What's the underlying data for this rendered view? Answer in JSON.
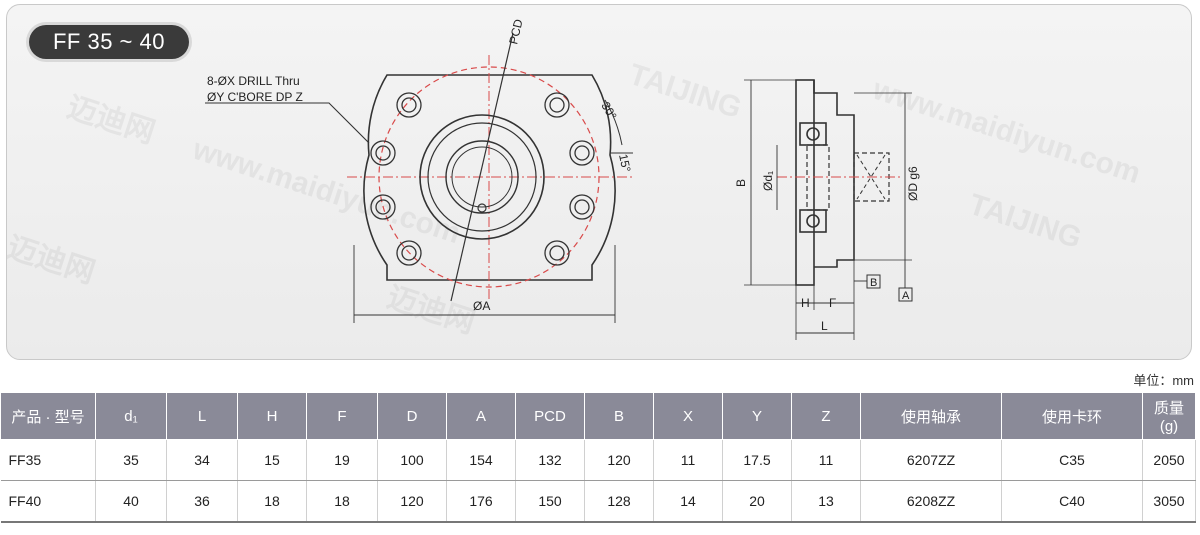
{
  "header": {
    "model_badge": "FF 35 ~ 40"
  },
  "drawing": {
    "front_labels": {
      "hole_note_1": "8-ØX DRILL Thru",
      "hole_note_2": "ØY C'BORE DP Z",
      "pcd": "PCD",
      "angle_30": "30°",
      "angle_15": "15°",
      "dia_a": "ØA"
    },
    "side_labels": {
      "b": "B",
      "d1": "Ød₁",
      "dg6": "ØD g6",
      "h": "H",
      "f": "F",
      "l": "L",
      "datum_b": "B",
      "datum_a": "A"
    }
  },
  "unit_label": "单位：mm",
  "table": {
    "headers": [
      "产品 · 型号",
      "d₁",
      "L",
      "H",
      "F",
      "D",
      "A",
      "PCD",
      "B",
      "X",
      "Y",
      "Z",
      "使用轴承",
      "使用卡环",
      "质量 (g)"
    ],
    "rows": [
      [
        "FF35",
        "35",
        "34",
        "15",
        "19",
        "100",
        "154",
        "132",
        "120",
        "11",
        "17.5",
        "11",
        "6207ZZ",
        "C35",
        "2050"
      ],
      [
        "FF40",
        "40",
        "36",
        "18",
        "18",
        "120",
        "176",
        "150",
        "128",
        "14",
        "20",
        "13",
        "6208ZZ",
        "C40",
        "3050"
      ]
    ]
  },
  "watermarks": [
    "www.maidiyun.com",
    "迈迪网",
    "TAIJING"
  ]
}
